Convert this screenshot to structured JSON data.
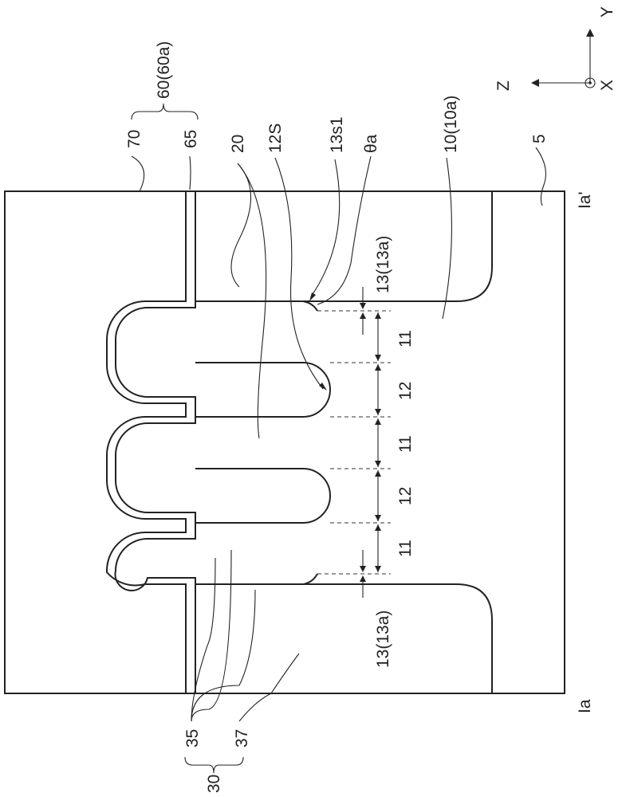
{
  "figure": {
    "labels": {
      "l70": "70",
      "l65": "65",
      "l60": "60(60a)",
      "l20": "20",
      "l12S": "12S",
      "l13s1": "13s1",
      "theta": "θa",
      "l10": "10(10a)",
      "l5": "5",
      "iaPrime": "Ia'",
      "ia": "Ia",
      "l13top": "13(13a)",
      "l13bottom": "13(13a)",
      "l11a": "11",
      "l12a": "12",
      "l11b": "11",
      "l12b": "12",
      "l11c": "11",
      "l35": "35",
      "l37": "37",
      "l30": "30"
    },
    "axes": {
      "y": "Y",
      "z": "Z",
      "x": "X"
    }
  }
}
